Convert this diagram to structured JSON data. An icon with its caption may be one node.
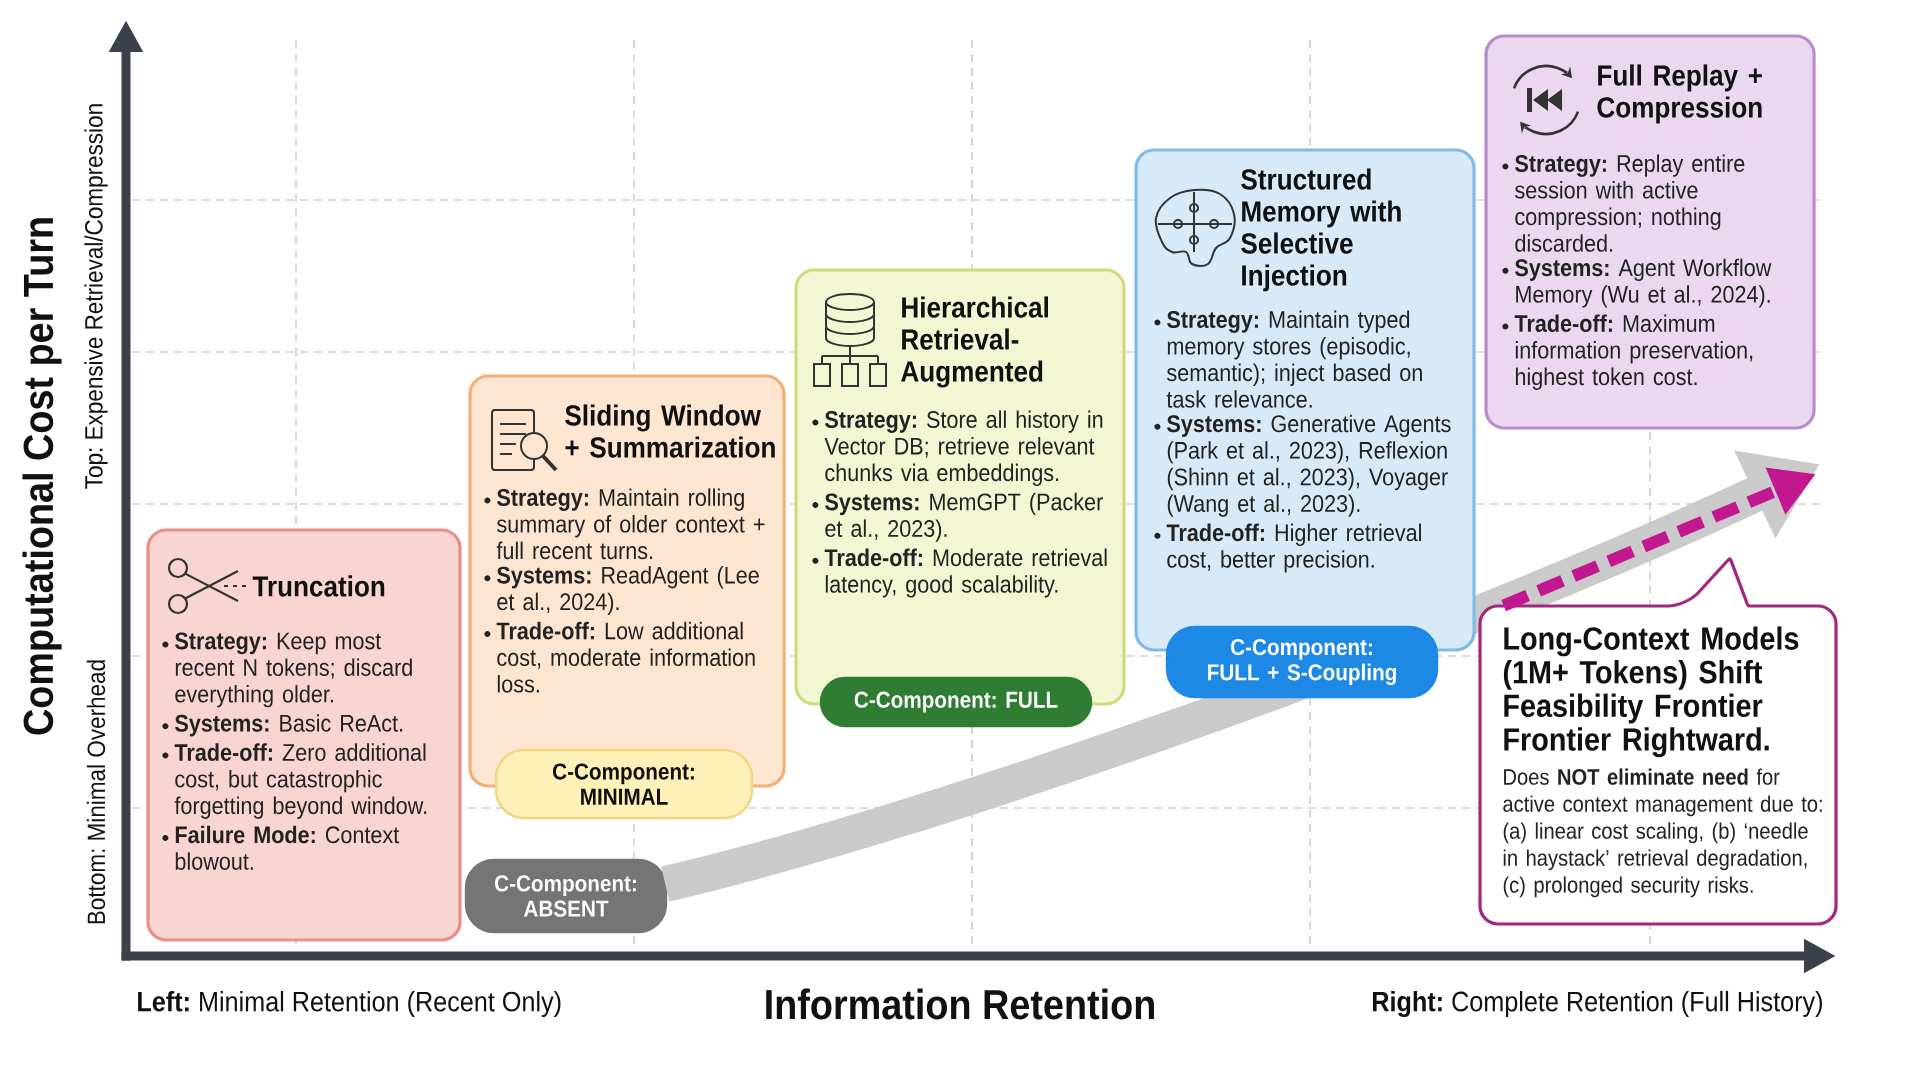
{
  "diagram": {
    "nodes": [
      {
        "text": [
          "Truncation",
          "**Strategy:** Keep most recent N tokens; discard everything older.",
          "**Systems:** Basic ReAct.",
          "**Trade-off:** Zero additional cost, but catastrophic forgetting beyond window.",
          "**Failure Mode:** Context blowout."
        ]
      },
      {
        "text": [
          "C-Component: ABSENT"
        ]
      },
      {
        "text": [
          "Sliding Window + Summarization",
          "**Strategy:** Maintain rolling summary of older context + full recent turns.",
          "**Systems:** ReadAgent (Lee et al., 2024).",
          "**Trade-off:** Low additional cost, moderate information loss."
        ]
      },
      {
        "text": [
          "C-Component: MINIMAL"
        ]
      },
      {
        "text": [
          "Hierarchical Retrieval-Augmented",
          "**Strategy:** Store all history in Vector DB; retrieve relevant chunks via embeddings.",
          "**Systems:** MemGPT (Packer et al., 2023).",
          "**Trade-off:** Moderate retrieval latency, good scalability."
        ]
      },
      {
        "text": [
          "C-Component: FULL"
        ]
      },
      {
        "text": [
          "Structured Memory with Selective Injection",
          "**Strategy:** Maintain typed memory stores (episodic, semantic); inject based on task relevance.",
          "**Systems:** Generative Agents (Park et al., 2023), Reflexion (Shinn et al., 2023), Voyager (Wang et al., 2023).",
          "**Trade-off:** Higher retrieval cost, better precision."
        ]
      },
      {
        "text": [
          "C-Component: FULL + S-Coupling"
        ]
      },
      {
        "text": [
          "Full Replay + Compression",
          "**Strategy:** Replay entire session with active compression; nothing discarded.",
          "**Systems:** Agent Workflow Memory (Wu et al., 2024).",
          "**Trade-off:** Maximum information preservation, highest token cost."
        ]
      },
      {
        "text": [
          "Long-Context Models (1M+ Tokens) Shift Feasibility Frontier Frontier Rightward.",
          "Does **NOT eliminate need** for active context management due to: (a) linear cost scaling, (b) ‘needle in haystack’ retrieval degradation, (c) prolonged security risks."
        ]
      }
    ],
    "edges": [
      {
        "from": 1,
        "to": null,
        "arrow": "to",
        "style": "thick",
        "color": "#cacaca"
      },
      {
        "from": 9,
        "to": null,
        "arrow": "to",
        "style": "dashed",
        "color": "#c2188f"
      }
    ],
    "labels": [
      "Computational Cost per Turn",
      "Top: Expensive Retrieval/Compression",
      "Bottom: Minimal Overhead",
      "**Left:** Minimal Retention (Recent Only)",
      "Information Retention",
      "**Right:** Complete Retention (Full History)"
    ]
  }
}
